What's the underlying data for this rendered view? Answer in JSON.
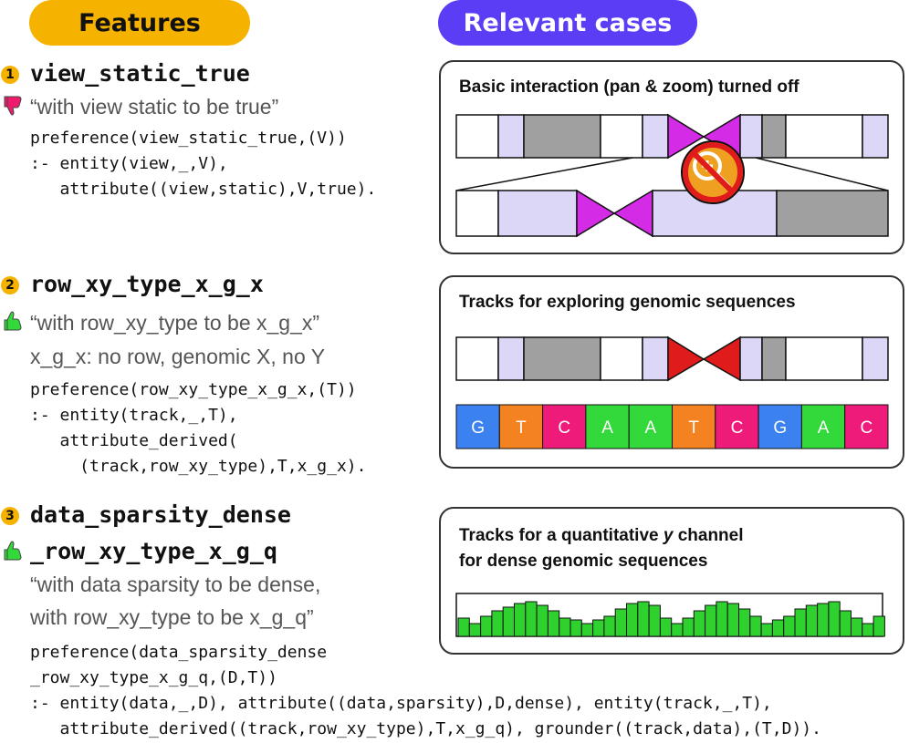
{
  "headers": {
    "features": "Features",
    "cases": "Relevant cases"
  },
  "features": [
    {
      "number": "1",
      "name": "view_static_true",
      "vote": "thumbs-down-icon",
      "quote": "“with view static to be true”",
      "code": "preference(view_static_true,(V))\n:- entity(view,_,V),\n   attribute((view,static),V,true)."
    },
    {
      "number": "2",
      "name": "row_xy_type_x_g_x",
      "vote": "thumbs-up-icon",
      "quote": "“with row_xy_type to be x_g_x”",
      "note": "x_g_x: no row, genomic X, no Y",
      "code": "preference(row_xy_type_x_g_x,(T))\n:- entity(track,_,T),\n   attribute_derived(\n     (track,row_xy_type),T,x_g_x)."
    },
    {
      "number": "3",
      "name_line1": "data_sparsity_dense",
      "name_line2": "_row_xy_type_x_g_q",
      "vote": "thumbs-up-icon",
      "quote_line1": "“with data sparsity to be dense,",
      "quote_line2": "with row_xy_type to be x_g_q”",
      "code": "preference(data_sparsity_dense\n_row_xy_type_x_g_q,(D,T))\n:- entity(data,_,D), attribute((data,sparsity),D,dense), entity(track,_,T),\n   attribute_derived((track,row_xy_type),T,x_g_q), grounder((track,data),(T,D))."
    }
  ],
  "cases": [
    {
      "title": "Basic interaction (pan & zoom) turned off",
      "icon": "no-zoom-icon"
    },
    {
      "title": "Tracks for exploring genomic sequences",
      "sequence": [
        "G",
        "T",
        "C",
        "A",
        "A",
        "T",
        "C",
        "G",
        "A",
        "C"
      ]
    },
    {
      "title_line1": "Tracks for a quantitative ",
      "title_italic": "y",
      "title_line1_end": " channel",
      "title_line2": "for dense genomic sequences"
    }
  ],
  "colors": {
    "features_pill": "#f5b300",
    "cases_pill": "#5a3df5",
    "lavender": "#dcd6f7",
    "gray": "#a0a0a0",
    "magenta": "#d42be6",
    "red": "#e01b1b",
    "bar_green": "#2ed12e",
    "nuc_G": "#3b82f0",
    "nuc_T": "#f58220",
    "nuc_C": "#ee1b7a",
    "nuc_A": "#33d83a"
  }
}
